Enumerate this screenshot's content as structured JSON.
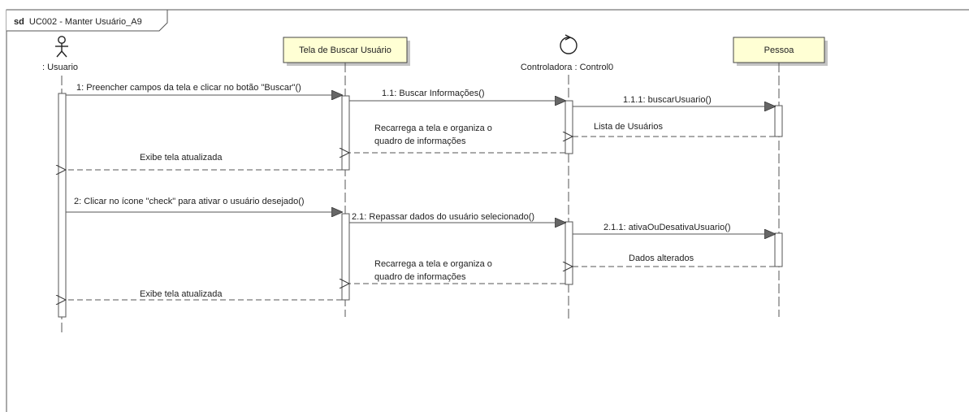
{
  "frame": {
    "keyword": "sd",
    "title": "UC002 - Manter Usuário_A9"
  },
  "participants": {
    "actor": ": Usuario",
    "boundary": "Tela de Buscar Usuário",
    "control": "Controladora : Control0",
    "entity": "Pessoa"
  },
  "messages": {
    "m1": "1: Preencher  campos da tela e clicar no botão \"Buscar\"()",
    "m1_1": "1.1: Buscar Informações()",
    "m1_1_1": "1.1.1: buscarUsuario()",
    "r1_1_1": "Lista de Usuários",
    "r1_1_line1": "Recarrega a tela e organiza o",
    "r1_1_line2": "quadro de informações",
    "r1": "Exibe tela atualizada",
    "m2": "2: Clicar no ícone \"check\"  para ativar o usuário desejado()",
    "m2_1": "2.1: Repassar dados do usuário selecionado()",
    "m2_1_1": "2.1.1: ativaOuDesativaUsuario()",
    "r2_1_1": "Dados alterados",
    "r2_1_line1": "Recarrega a tela e organiza o",
    "r2_1_line2": "quadro de informações",
    "r2": "Exibe tela atualizada"
  },
  "colors": {
    "boundary_fill": "#ffffd4",
    "line": "#555555"
  }
}
